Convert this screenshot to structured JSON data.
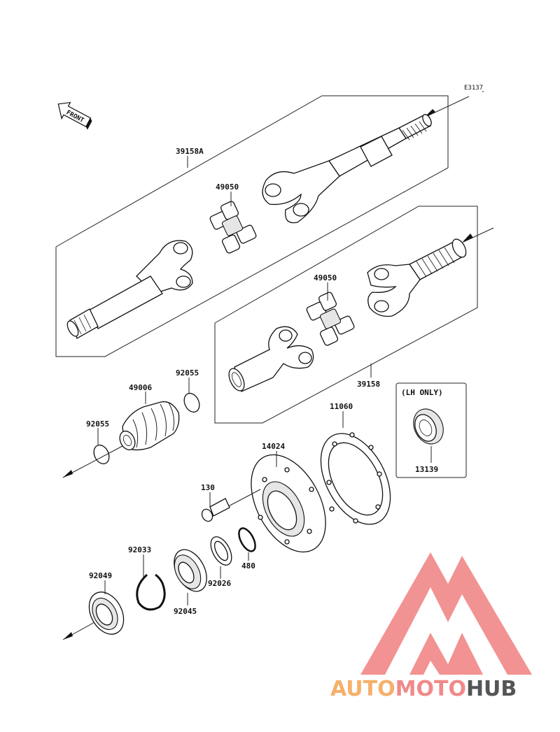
{
  "diagram_code": "E3137",
  "front_label": "FRONT",
  "parts": {
    "p39158a": "39158A",
    "p49050a": "49050",
    "p49050b": "49050",
    "p39158": "39158",
    "p49006": "49006",
    "p92055a": "92055",
    "p92055b": "92055",
    "p11060": "11060",
    "p14024": "14024",
    "p130": "130",
    "p480": "480",
    "p92033": "92033",
    "p92049": "92049",
    "p92045": "92045",
    "p92026": "92026",
    "p13139": "13139"
  },
  "lh_only_label": "(LH ONLY)",
  "watermark": {
    "part1": "AUTO",
    "part2": "MOTO",
    "part3": "HUB",
    "color1": "#f5b06a",
    "color2": "#f08a8a",
    "color3": "#555555",
    "logo_color": "#f08080"
  }
}
